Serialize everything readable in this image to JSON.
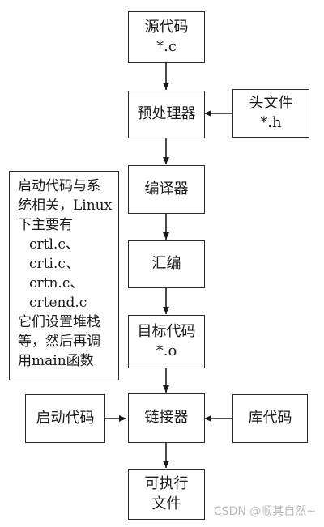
{
  "nodes": {
    "source": {
      "line1": "源代码",
      "line2": "*.c"
    },
    "preprocessor": {
      "label": "预处理器"
    },
    "header": {
      "line1": "头文件",
      "line2": "*.h"
    },
    "compiler": {
      "label": "编译器"
    },
    "assembler": {
      "label": "汇编"
    },
    "object": {
      "line1": "目标代码",
      "line2": "*.o"
    },
    "startup": {
      "label": "启动代码"
    },
    "linker": {
      "label": "链接器"
    },
    "library": {
      "label": "库代码"
    },
    "executable": {
      "line1": "可执行",
      "line2": "文件"
    }
  },
  "note": {
    "lines": [
      "启动代码与系",
      "统相关，Linux",
      "下主要有",
      "crtl.c、",
      "crti.c、",
      "crtn.c、",
      "crtend.c",
      "它们设置堆栈",
      "等，然后再调",
      "用main函数"
    ]
  },
  "watermark": "CSDN @顺其自然~"
}
